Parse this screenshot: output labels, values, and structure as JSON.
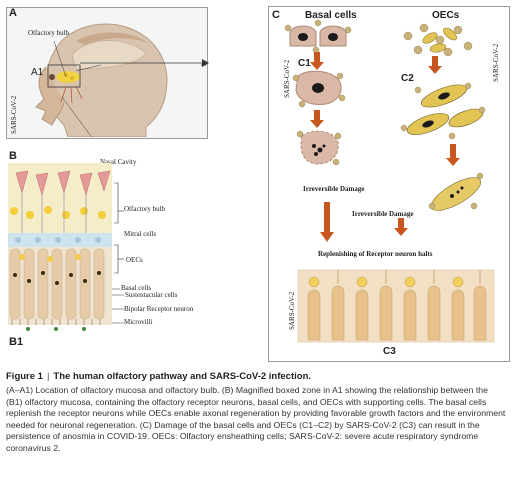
{
  "panels": {
    "A": "A",
    "A1": "A1",
    "B": "B",
    "B1": "B1",
    "C": "C",
    "C1": "C1",
    "C2": "C2",
    "C3": "C3"
  },
  "labels": {
    "olfactory_bulb_top": "Olfactory bulb",
    "sars_cov2_left": "SARS-CoV-2",
    "nasal_cavity": "Nasal Cavity",
    "olfactory_bulb_b": "Olfactory bulb",
    "mitral_cells": "Mitral cells",
    "oecs": "OECs",
    "basal_cells": "Basal cells",
    "sustentacular_cells": "Sustentacular cells",
    "bipolar_receptor_neuron": "Bipolar Receptor neuron",
    "microvilli": "Microvilli",
    "basal_cells_header": "Basal cells",
    "oecs_header": "OECs",
    "sars_cov2_c_left": "SARS-CoV-2",
    "sars_cov2_c_right": "SARS-CoV-2",
    "irreversible_damage_1": "Irreversible Damage",
    "irreversible_damage_2": "Irreversible Damage",
    "replenishing": "Replenishing of Receptor neuron halts",
    "sars_cov2_c3": "SARS-CoV-2"
  },
  "caption": {
    "figure_no": "Figure 1",
    "separator": "|",
    "title": "The human olfactory pathway and SARS-CoV-2 infection.",
    "body": "(A–A1) Location of olfactory mucosa and olfactory bulb. (B) Magnified boxed zone in A1 showing the relationship between the (B1) olfactory mucosa, containing the olfactory receptor neurons, basal cells, and OECs with supporting cells. The basal cells replenish the receptor neurons while OECs enable axonal regeneration by providing favorable growth factors and the environment needed for neuronal regeneration. (C) Damage of the basal cells and OECs (C1–C2) by SARS-CoV-2 (C3) can result in the persistence of anosmia in COVID-19. OECs: Olfactory ensheathing cells; SARS-CoV-2: severe acute respiratory syndrome coronavirus 2."
  },
  "colors": {
    "arrow": "#c8561f",
    "cell_fill": "#d9b8a7",
    "oec_fill": "#e2c455",
    "virus_fill": "#c9b27a",
    "nucleus": "#1a1a1a",
    "border_gray": "#9a9a9a"
  }
}
